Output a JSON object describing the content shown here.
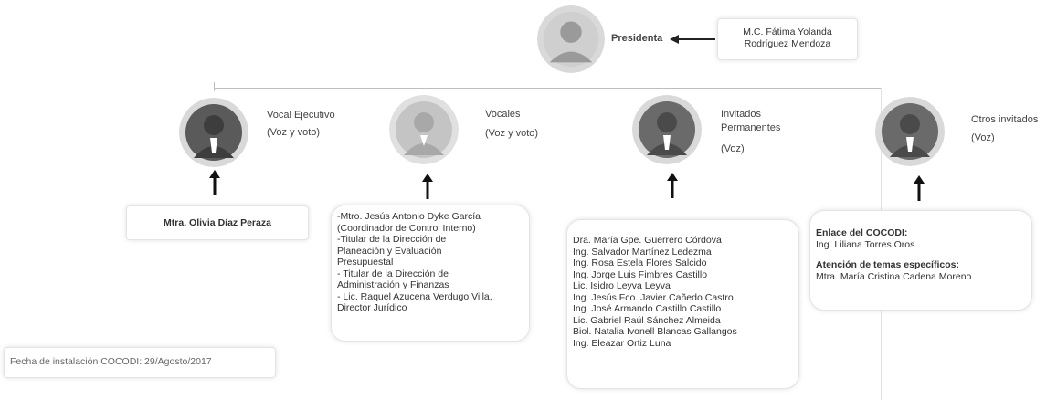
{
  "president": {
    "title": "Presidenta",
    "name_lines": [
      "M.C. Fátima Yolanda",
      "Rodríguez Mendoza"
    ]
  },
  "roles": [
    {
      "title_lines": [
        "Vocal Ejecutivo"
      ],
      "sub": "(Voz y voto)"
    },
    {
      "title_lines": [
        "Vocales"
      ],
      "sub": "(Voz y voto)"
    },
    {
      "title_lines": [
        "Invitados",
        "Permanentes"
      ],
      "sub": "(Voz)"
    },
    {
      "title_lines": [
        "Otros invitados"
      ],
      "sub": "(Voz)"
    }
  ],
  "boxes": [
    {
      "lines": [
        "Mtra. Olivia Díaz Peraza"
      ]
    },
    {
      "lines": [
        "-Mtro. Jesús Antonio Dyke García",
        "(Coordinador de Control Interno)",
        "-Titular de la Dirección de",
        "Planeación y Evaluación",
        "Presupuestal",
        "- Titular de la Dirección de",
        "Administración y Finanzas",
        "- Lic. Raquel Azucena Verdugo Villa,",
        "Director Jurídico"
      ]
    },
    {
      "lines": [
        "Dra. María Gpe. Guerrero Córdova",
        "Ing. Salvador Martínez Ledezma",
        "Ing. Rosa Estela Flores Salcido",
        "Ing. Jorge Luis Fimbres Castillo",
        "Lic. Isidro Leyva Leyva",
        "Ing. Jesús Fco. Javier Cañedo Castro",
        "Ing. José Armando Castillo Castillo",
        "Lic. Gabriel Raúl Sánchez Almeida",
        "Biol. Natalia Ivonell Blancas Gallangos",
        "Ing. Eleazar Ortiz Luna"
      ]
    },
    {
      "lines": [
        "Enlace del COCODI:",
        "Ing. Liliana Torres Oros",
        "",
        "Atención de temas específicos:",
        "Mtra. María Cristina Cadena Moreno"
      ]
    }
  ],
  "footer": "Fecha de instalación COCODI: 29/Agosto/2017",
  "colors": {
    "avatar_dark": "#5a5a5a",
    "avatar_light": "#bdbdbd",
    "ring": "#d9d9d9"
  }
}
